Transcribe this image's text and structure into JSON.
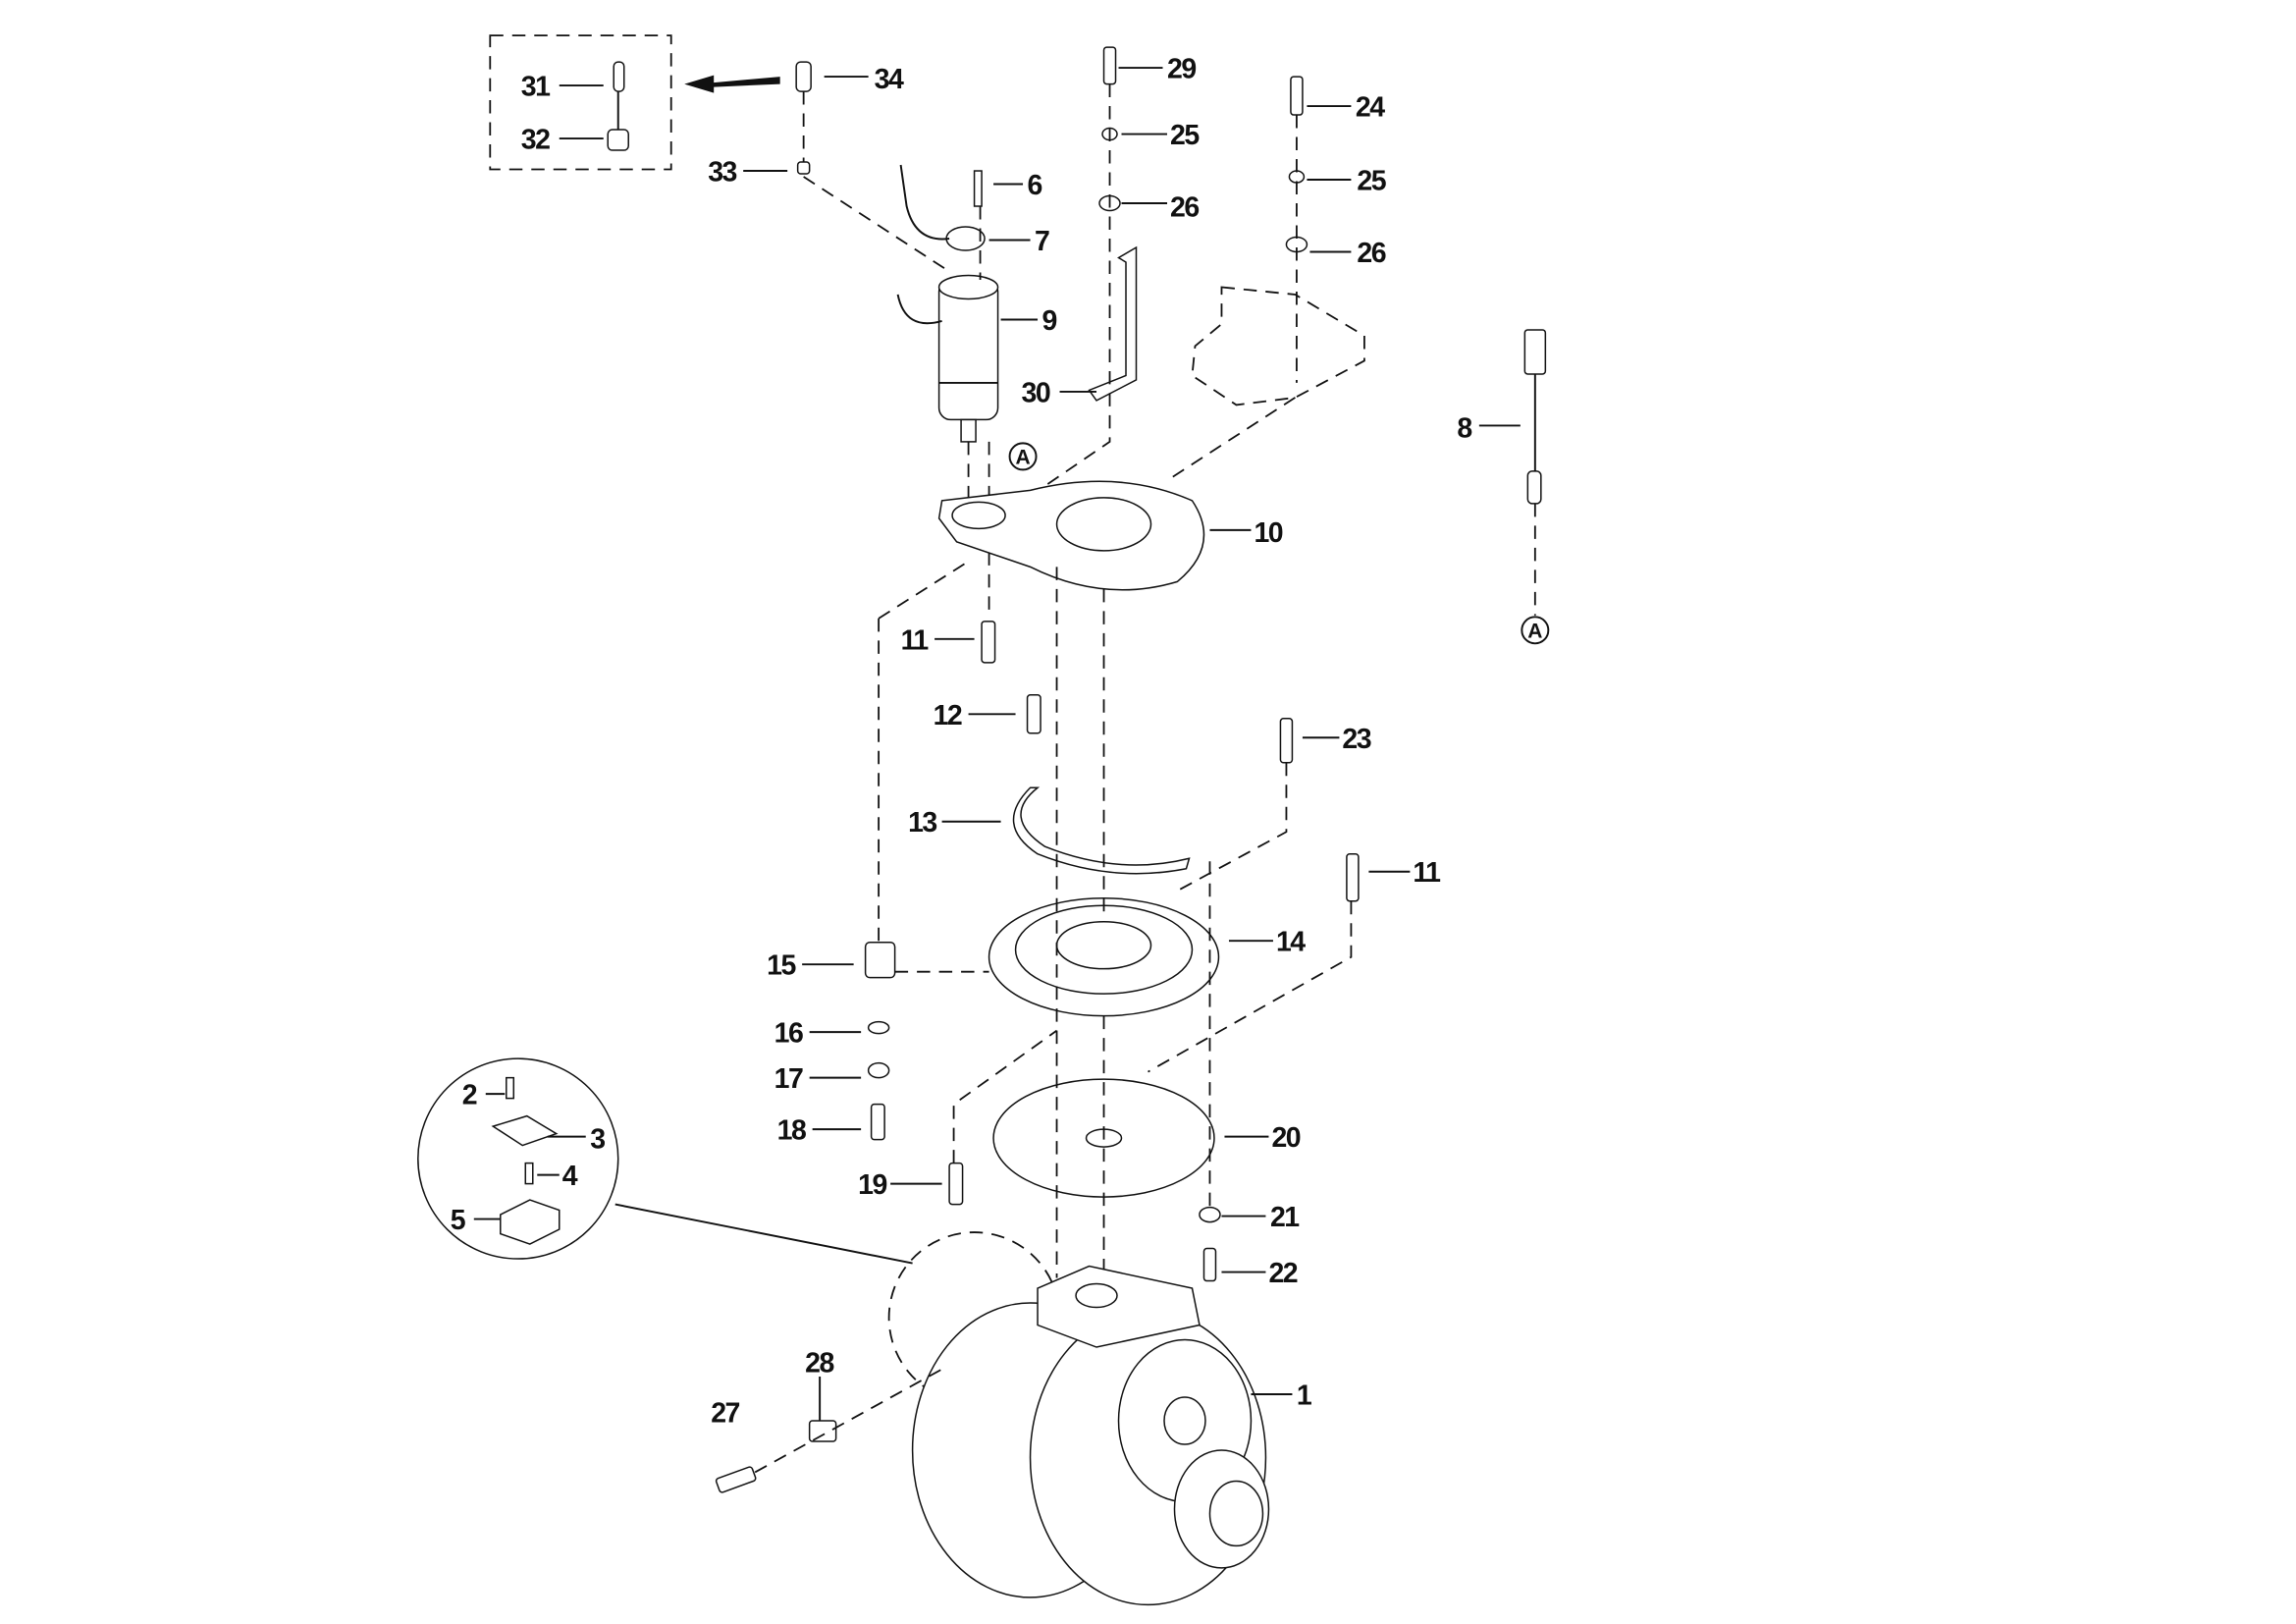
{
  "diagram": {
    "type": "exploded-parts-drawing",
    "callouts": [
      "31",
      "32",
      "34",
      "33",
      "6",
      "7",
      "9",
      "29",
      "25",
      "26",
      "24",
      "25",
      "26",
      "30",
      "8",
      "10",
      "11",
      "12",
      "23",
      "13",
      "11",
      "14",
      "15",
      "16",
      "17",
      "18",
      "2",
      "3",
      "4",
      "5",
      "20",
      "19",
      "21",
      "22",
      "1",
      "28",
      "27"
    ],
    "reference_marks": [
      "A",
      "A"
    ],
    "line_color": "#111111",
    "background": "#ffffff"
  }
}
